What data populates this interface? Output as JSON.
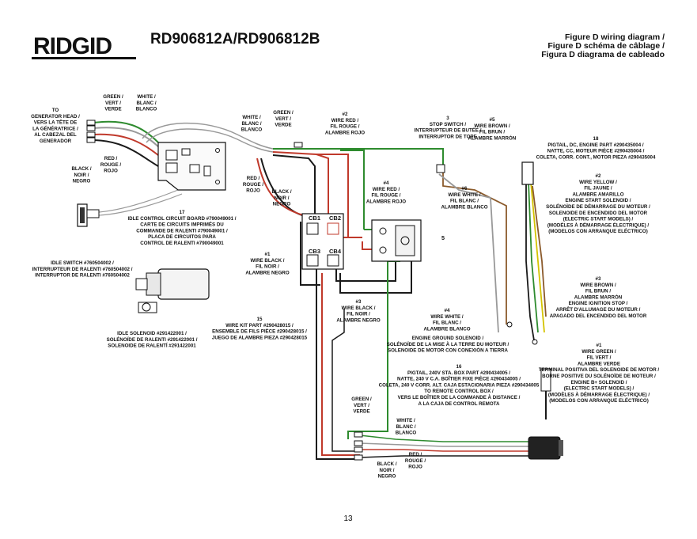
{
  "header": {
    "logo": "RIDGID",
    "model": "RD906812A/RD906812B",
    "figure_lines": [
      "Figure D wiring diagram /",
      "Figure D schéma de câblage /",
      "Figura D diagrama de cableado"
    ]
  },
  "page_number": "13",
  "labels": {
    "gen_head": [
      "TO",
      "GENERATOR HEAD /",
      "VERS LA TÊTE DE",
      "LA GÉNÉRATRICE /",
      "AL CABEZAL DEL",
      "GENERADOR"
    ],
    "green_tl": [
      "GREEN /",
      "VERT /",
      "VERDE"
    ],
    "white_tl": [
      "WHITE /",
      "BLANC /",
      "BLANCO"
    ],
    "red_tl": [
      "RED /",
      "ROUGE /",
      "ROJO"
    ],
    "black_tl": [
      "BLACK /",
      "NOIR /",
      "NEGRO"
    ],
    "white_mid": [
      "WHITE /",
      "BLANC /",
      "BLANCO"
    ],
    "green_mid": [
      "GREEN /",
      "VERT /",
      "VERDE"
    ],
    "red_mid": [
      "RED /",
      "ROUGE /",
      "ROJO"
    ],
    "black_mid": [
      "BLACK /",
      "NOIR /",
      "NEGRO"
    ],
    "w2_red": [
      "#2",
      "WIRE RED /",
      "FIL ROUGE /",
      "ALAMBRE ROJO"
    ],
    "w4_red": [
      "#4",
      "WIRE RED /",
      "FIL ROUGE /",
      "ALAMBRE ROJO"
    ],
    "stop_switch": [
      "3",
      "STOP SWITCH /",
      "INTERRUPTEUR DE BUTÉE /",
      "INTERRUPTOR DE TOPE"
    ],
    "w5_brown": [
      "#5",
      "WIRE BROWN /",
      "FIL BRUN /",
      "ALAMBRE MARRÓN"
    ],
    "w6_white": [
      "#6",
      "WIRE WHITE /",
      "FIL BLANC /",
      "ALAMBRE BLANCO"
    ],
    "pigtail_dc": [
      "18",
      "PIGTAIL, DC, ENGINE PART #290435004 /",
      "NATTE, CC, MOTEUR PIÈCE #290435004 /",
      "COLETA, CORR. CONT., MOTOR PIEZA #290435004"
    ],
    "w2_yellow": [
      "#2",
      "WIRE YELLOW /",
      "FIL JAUNE /",
      "ALAMBRE AMARILLO",
      "ENGINE START SOLENOID /",
      "SOLÉNOÏDE DE DÉMARRAGE DU MOTEUR /",
      "SOLENOIDE DE ENCENDIDO DEL MOTOR",
      "(ELECTRIC START MODELS) /",
      "(MODÈLES À DÉMARRAGE ÉLECTRIQUE) /",
      "(MODELOS CON ARRANQUE ELÉCTRICO)"
    ],
    "idle_board": [
      "17",
      "IDLE CONTROL CIRCUIT BOARD #790049001 /",
      "CARTE DE CIRCUITS IMPRIMÉS DU",
      "COMMANDE DE RALENTI #790049001 /",
      "PLACA DE CIRCUITOS PARA",
      "CONTROL DE RALENTI #790049001"
    ],
    "idle_switch": [
      "IDLE SWITCH #760504002 /",
      "INTERRUPTEUR DE RALENTI #760504002 /",
      "INTERRUPTOR DE RALENTI #760504002"
    ],
    "w1_black": [
      "#1",
      "WIRE BLACK /",
      "FIL NOIR /",
      "ALAMBRE NEGRO"
    ],
    "five": "5",
    "w3_brown": [
      "#3",
      "WIRE BROWN /",
      "FIL BRUN /",
      "ALAMBRE MARRÓN",
      "ENGINE IGNITION STOP /",
      "ARRÊT D'ALLUMAGE DU MOTEUR /",
      "APAGADO DEL ENCENDIDO DEL MOTOR"
    ],
    "w3_black": [
      "#3",
      "WIRE BLACK /",
      "FIL NOIR /",
      "ALAMBRE NEGRO"
    ],
    "w4_white": [
      "#4",
      "WIRE WHITE /",
      "FIL BLANC /",
      "ALAMBRE BLANCO"
    ],
    "ground_sol": [
      "ENGINE GROUND SOLENOID /",
      "SOLÉNOÏDE DE LA MISE À LA TERRE DU MOTEUR /",
      "SOLENOIDE DE MOTOR CON CONEXIÓN A TIERRA"
    ],
    "idle_sol": [
      "IDLE SOLENOID #291422001 /",
      "SOLÉNOÏDE DE RALENTI #291422001 /",
      "SOLENOIDE DE RALENTÍ #291422001"
    ],
    "wire_kit": [
      "15",
      "WIRE KIT PART #290428015 /",
      "ENSEMBLE DE FILS PIÈCE #290428015 /",
      "JUEGO DE ALAMBRE PIEZA #290428015"
    ],
    "w1_green": [
      "#1",
      "WIRE GREEN /",
      "FIL VERT /",
      "ALAMBRE VERDE",
      "TERMINAL POSITIVA DEL SOLENOIDE DE MOTOR /",
      "BORNE POSITIVE DU SOLÉNOÏDE DE MOTEUR /",
      "ENGINE B+ SOLENOID /",
      "(ELECTRIC START MODELS) /",
      "(MODÈLES À DÉMARRAGE ÉLECTRIQUE) /",
      "(MODELOS CON ARRANQUE ELÉCTRICO)"
    ],
    "pigtail_240": [
      "16",
      "PIGTAIL, 240V STA. BOX PART #290434005 /",
      "NATTE, 240 V C.A. BOÎTIER FIXE PIÈCE #290434005 /",
      "COLETA, 240 V CORR. ALT. CAJA ESTACIONARIA PIEZA #290434005",
      "TO REMOTE CONTROL BOX /",
      "VERS LE BOÎTIER DE LA COMMANDE À DISTANCE /",
      "A LA CAJA DE CONTROL REMOTA"
    ],
    "green_bot": [
      "GREEN /",
      "VERT /",
      "VERDE"
    ],
    "white_bot": [
      "WHITE /",
      "BLANC /",
      "BLANCO"
    ],
    "red_bot": [
      "RED /",
      "ROUGE /",
      "ROJO"
    ],
    "black_bot": [
      "BLACK /",
      "NOIR /",
      "NEGRO"
    ]
  },
  "breakers": [
    "CB1",
    "CB2",
    "CB3",
    "CB4"
  ],
  "colors": {
    "black": "#1a1a1a",
    "red": "#c0392b",
    "green": "#2e8b2e",
    "white": "#bdbdbd",
    "brown": "#8b5a2b",
    "yellow": "#d4c300"
  }
}
